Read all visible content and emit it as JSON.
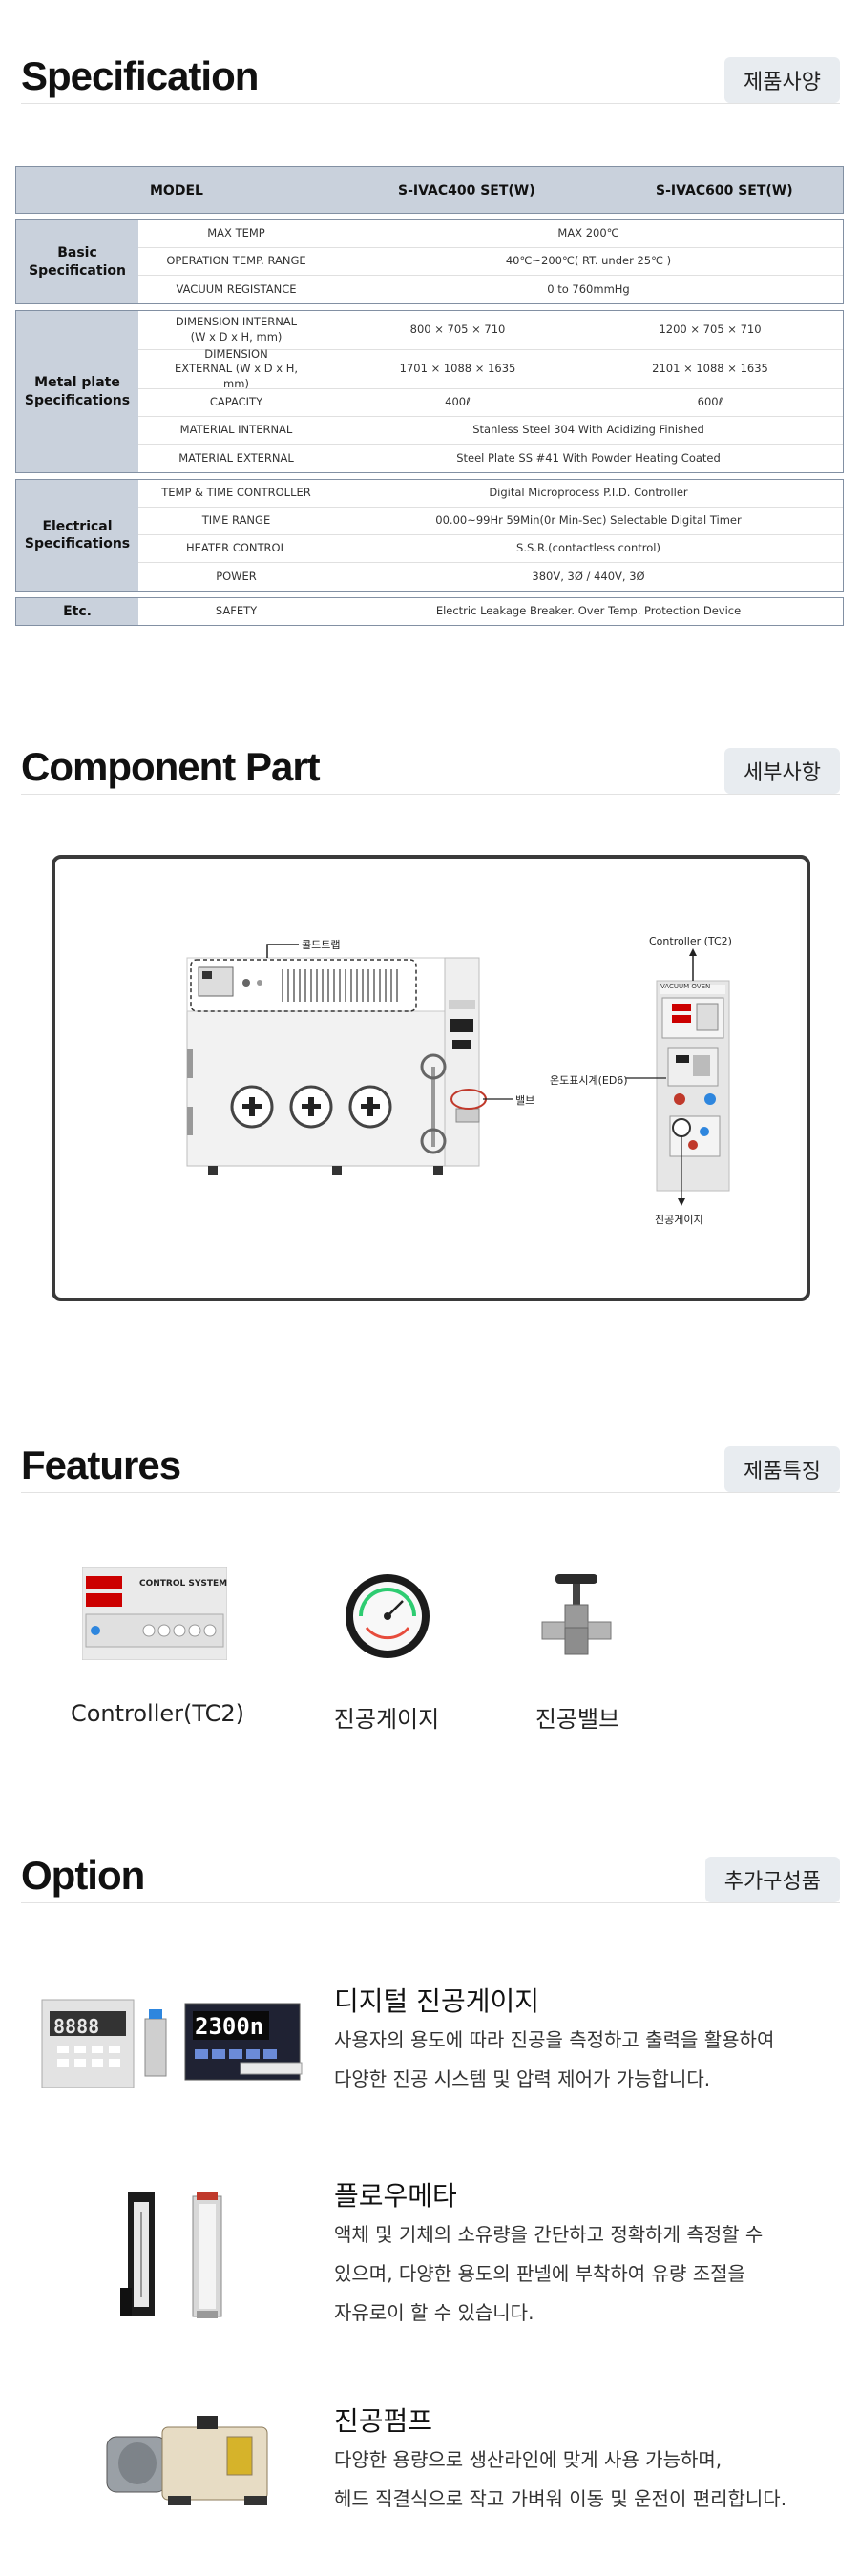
{
  "spec": {
    "title": "Specification",
    "badge": "제품사양",
    "header": {
      "model": "MODEL",
      "m1": "S-IVAC400 SET(W)",
      "m2": "S-IVAC600 SET(W)"
    },
    "basic": {
      "label": "Basic Specification",
      "max_temp_k": "MAX TEMP",
      "max_temp_v": "MAX 200℃",
      "op_range_k": "OPERATION TEMP. RANGE",
      "op_range_v": "40℃~200℃( RT. under 25℃ )",
      "vac_k": "VACUUM REGISTANCE",
      "vac_v": "0 to 760mmHg"
    },
    "metal": {
      "label": "Metal plate Specifications",
      "dim_int_k": "DIMENSION INTERNAL (W x D x H, mm)",
      "dim_int_v1": "800 × 705 × 710",
      "dim_int_v2": "1200 × 705 × 710",
      "dim_ext_k": "DIMENSION EXTERNAL (W x D x H, mm)",
      "dim_ext_v1": "1701 × 1088 × 1635",
      "dim_ext_v2": "2101 × 1088 × 1635",
      "cap_k": "CAPACITY",
      "cap_v1": "400ℓ",
      "cap_v2": "600ℓ",
      "mat_int_k": "MATERIAL INTERNAL",
      "mat_int_v": "Stanless Steel 304 With Acidizing Finished",
      "mat_ext_k": "MATERIAL EXTERNAL",
      "mat_ext_v": "Steel Plate SS #41 With Powder Heating Coated"
    },
    "elec": {
      "label": "Electrical Specifications",
      "ctrl_k": "TEMP & TIME CONTROLLER",
      "ctrl_v": "Digital Microprocess P.I.D. Controller",
      "time_k": "TIME RANGE",
      "time_v": "00.00~99Hr 59Min(0r Min-Sec) Selectable Digital Timer",
      "heater_k": "HEATER CONTROL",
      "heater_v": "S.S.R.(contactless control)",
      "power_k": "POWER",
      "power_v": "380V, 3Ø / 440V, 3Ø"
    },
    "etc": {
      "label": "Etc.",
      "safety_k": "SAFETY",
      "safety_v": "Electric Leakage Breaker. Over Temp. Protection Device"
    }
  },
  "component": {
    "title": "Component Part",
    "badge": "세부사항",
    "label_cold_trap": "콜드트랩",
    "label_valve": "밸브",
    "label_controller": "Controller (TC2)",
    "label_temp_display": "온도표시계(ED6)",
    "label_vac_gauge": "진공게이지",
    "panel_text": "VACUUM OVEN"
  },
  "features": {
    "title": "Features",
    "badge": "제품특징",
    "items": [
      {
        "label": "Controller(TC2)"
      },
      {
        "label": "진공게이지"
      },
      {
        "label": "진공밸브"
      }
    ],
    "control_text": "CONTROL SYSTEM"
  },
  "option": {
    "title": "Option",
    "badge": "추가구성품",
    "items": [
      {
        "title": "디지털 진공게이지",
        "line1": "사용자의 용도에 따라 진공을 측정하고 출력을 활용하여",
        "line2": "다양한 진공 시스템 및 압력 제어가 가능합니다.",
        "line3": ""
      },
      {
        "title": "플로우메타",
        "line1": "액체 및 기체의 소유량을 간단하고 정확하게 측정할 수",
        "line2": "있으며, 다양한 용도의 판넬에 부착하여 유량 조절을",
        "line3": "자유로이 할 수 있습니다."
      },
      {
        "title": "진공펌프",
        "line1": "다양한 용량으로 생산라인에 맞게 사용 가능하며,",
        "line2": "헤드 직결식으로 작고 가벼워 이동 및 운전이 편리합니다.",
        "line3": ""
      }
    ],
    "gauge_reading": "2300n",
    "gauge_reading_b": "8888"
  }
}
